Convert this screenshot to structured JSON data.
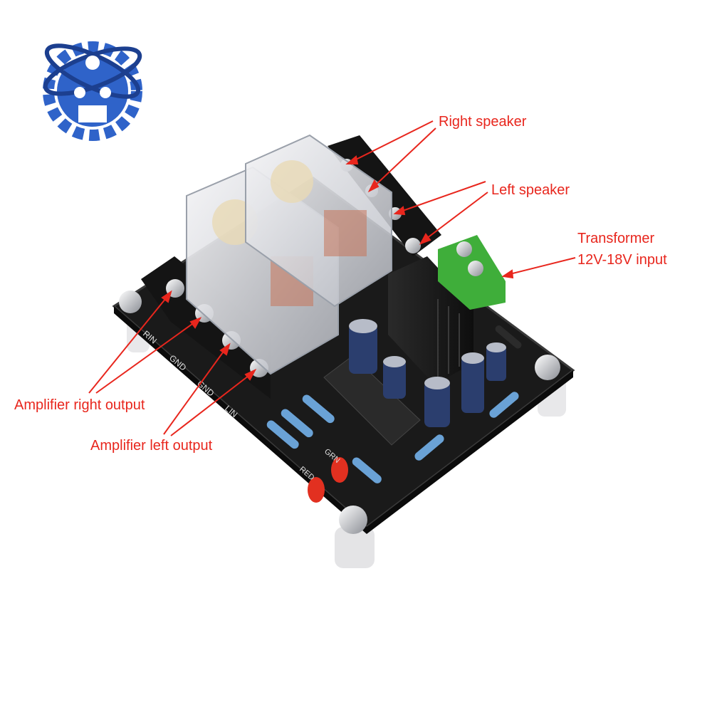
{
  "brand": {
    "logo_icon": "atom-gear-logo",
    "colors": {
      "blue": "#2f63c9",
      "dark_blue": "#1c3f8f"
    }
  },
  "annotations": {
    "right_speaker": "Right speaker",
    "left_speaker": "Left speaker",
    "transformer_line1": "Transformer",
    "transformer_line2": "12V-18V input",
    "amp_right_output": "Amplifier right output",
    "amp_left_output": "Amplifier left output",
    "color": "#e8261d"
  },
  "board": {
    "terminal_labels": [
      "RIN",
      "GND",
      "GND",
      "LIN"
    ],
    "led_labels": [
      "GRN",
      "RED"
    ],
    "colors": {
      "pcb": "#1a1a1a",
      "terminal_green": "#3fae3a",
      "led_red": "#e23020"
    }
  }
}
